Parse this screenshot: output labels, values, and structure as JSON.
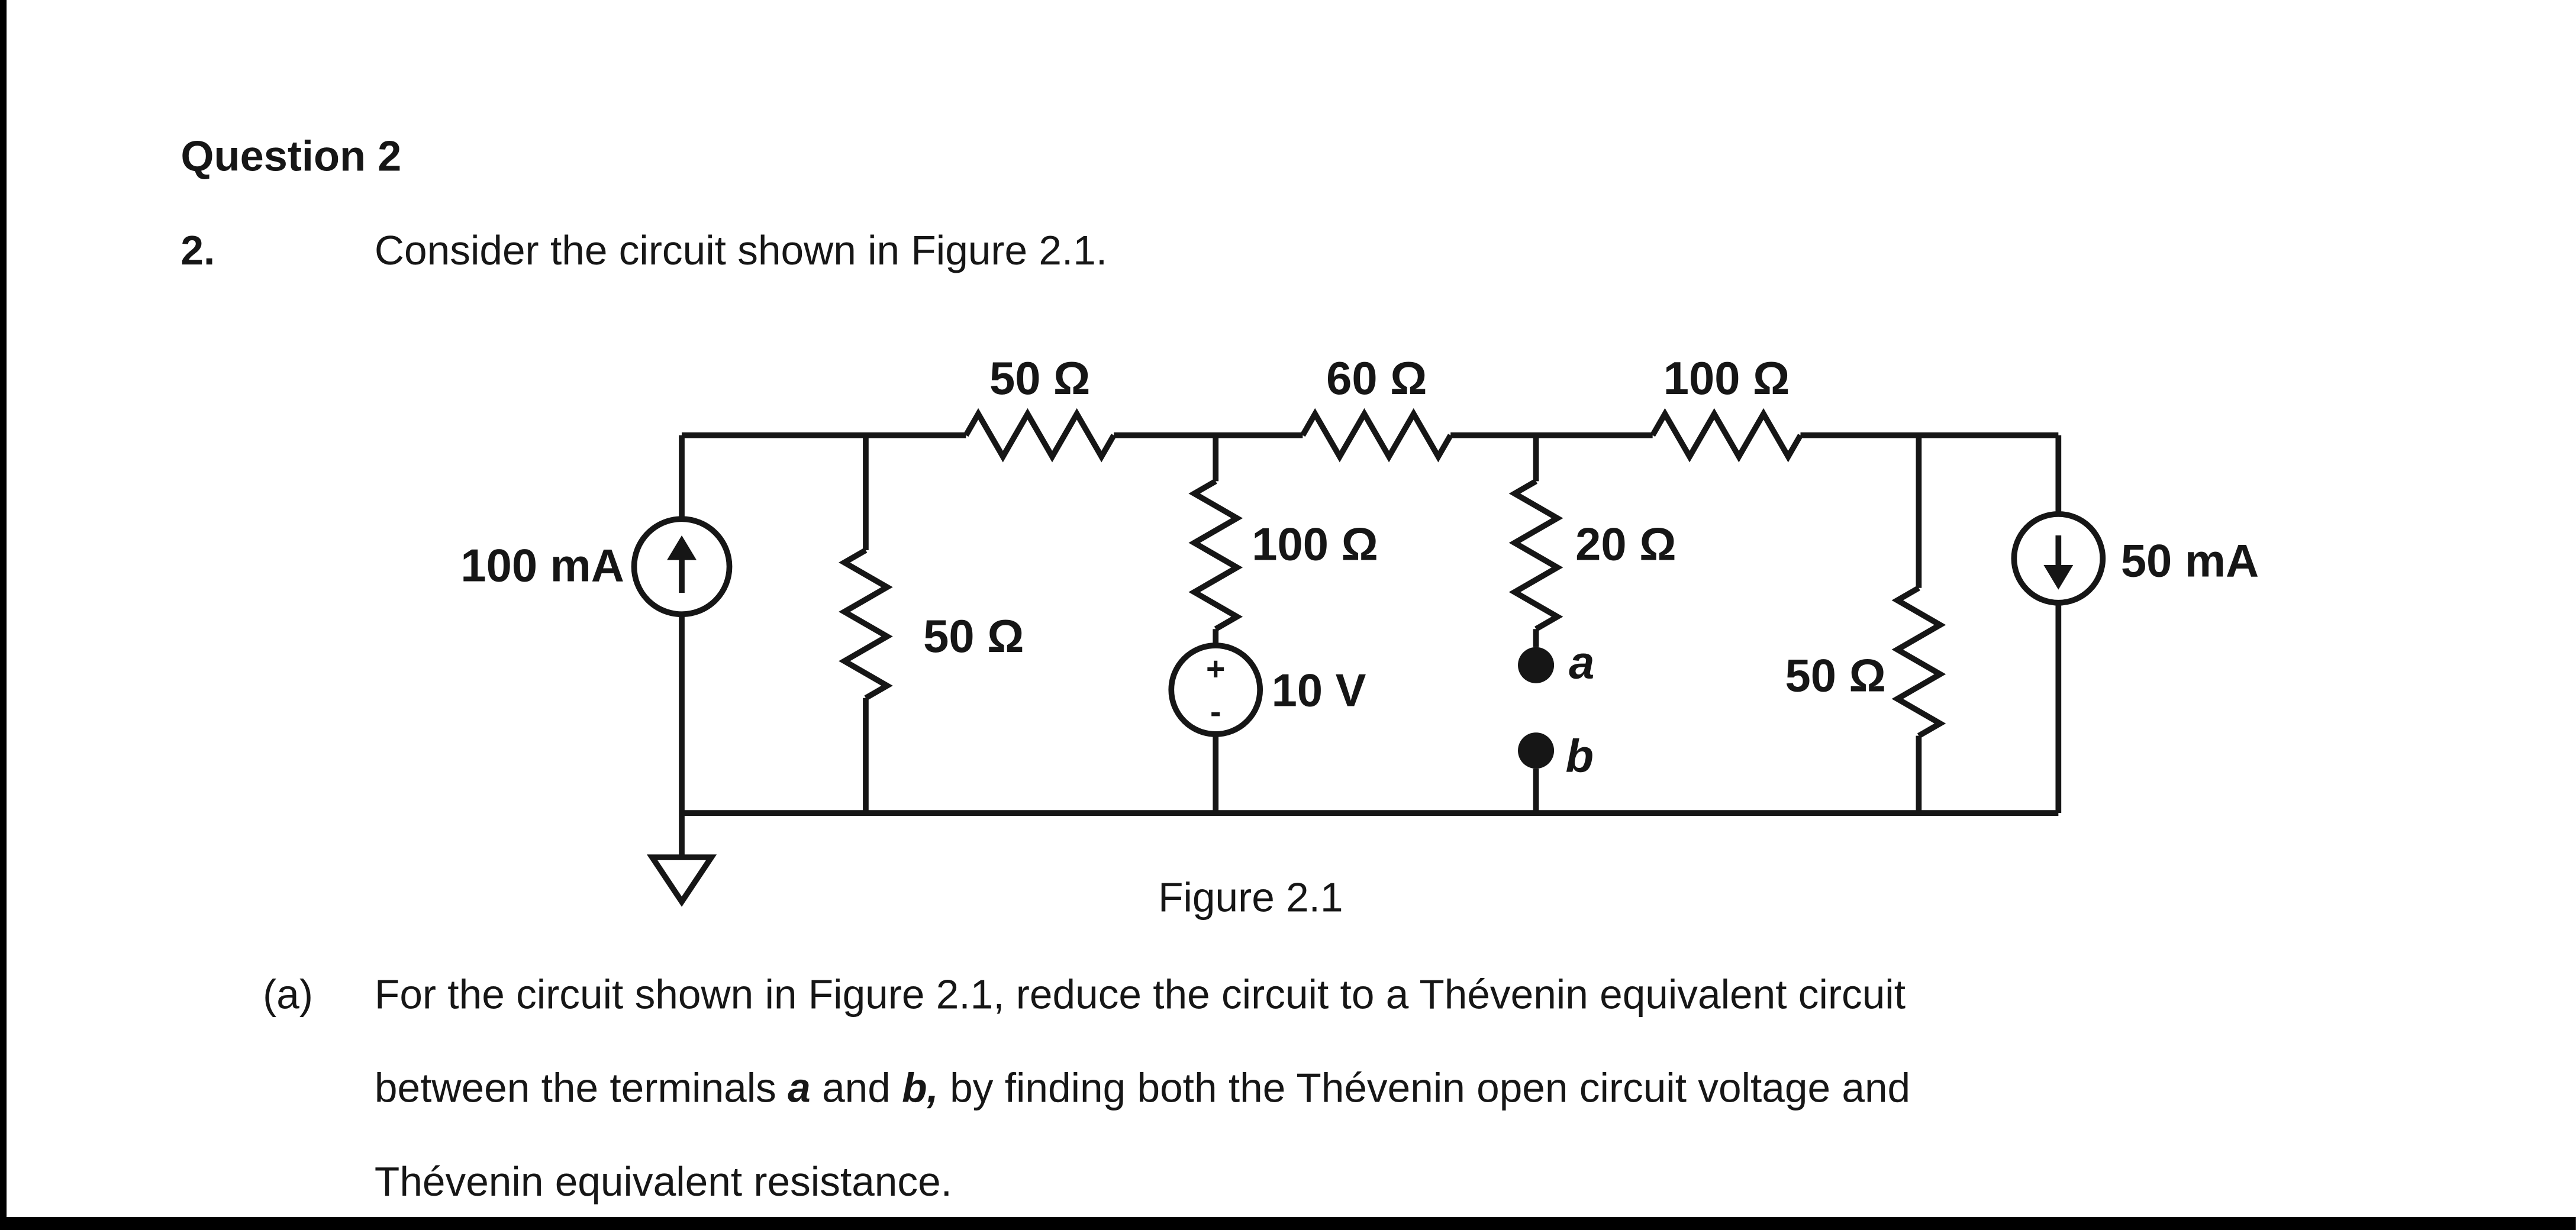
{
  "header": {
    "question_title": "Question 2",
    "item_number": "2.",
    "item_text": "Consider the circuit shown in Figure 2.1."
  },
  "circuit": {
    "top_resistors": [
      {
        "label": "50 Ω"
      },
      {
        "label": "60 Ω"
      },
      {
        "label": "100 Ω"
      }
    ],
    "left_current_source": "100 mA",
    "shunt_resistor": "50 Ω",
    "middle_resistor": "100 Ω",
    "voltage_source": "10 V",
    "voltage_plus": "+",
    "voltage_minus": "-",
    "branch_resistor_20": "20 Ω",
    "terminal_a": "a",
    "terminal_b": "b",
    "right_resistor": "50 Ω",
    "right_current_source": "50 mA"
  },
  "figure": {
    "caption": "Figure 2.1"
  },
  "part_a": {
    "label": "(a)",
    "line1": "For the circuit shown in Figure 2.1, reduce the circuit to a Thévenin equivalent circuit",
    "line2_pre": "between the terminals ",
    "line2_a": "a",
    "line2_mid": " and ",
    "line2_b": "b,",
    "line2_post": " by finding both the Thévenin open circuit voltage and",
    "line3": "Thévenin equivalent resistance."
  }
}
